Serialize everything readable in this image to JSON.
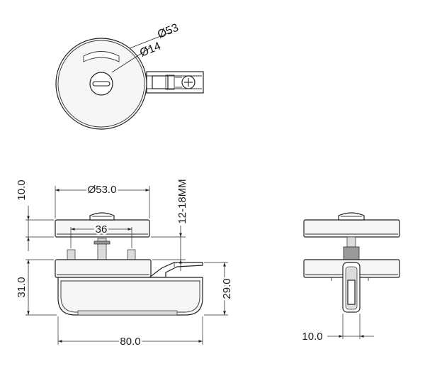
{
  "top_view": {
    "leader_outer": "Ø53",
    "leader_inner": "Ø14"
  },
  "front_view": {
    "dim_height_top": "10.0",
    "dim_diameter": "Ø53.0",
    "dim_spacing": "36",
    "dim_thickness_range": "12-18MM",
    "dim_height_body": "31.0",
    "dim_height_side": "29.0",
    "dim_width": "80.0"
  },
  "side_view": {
    "dim_width": "10.0"
  }
}
